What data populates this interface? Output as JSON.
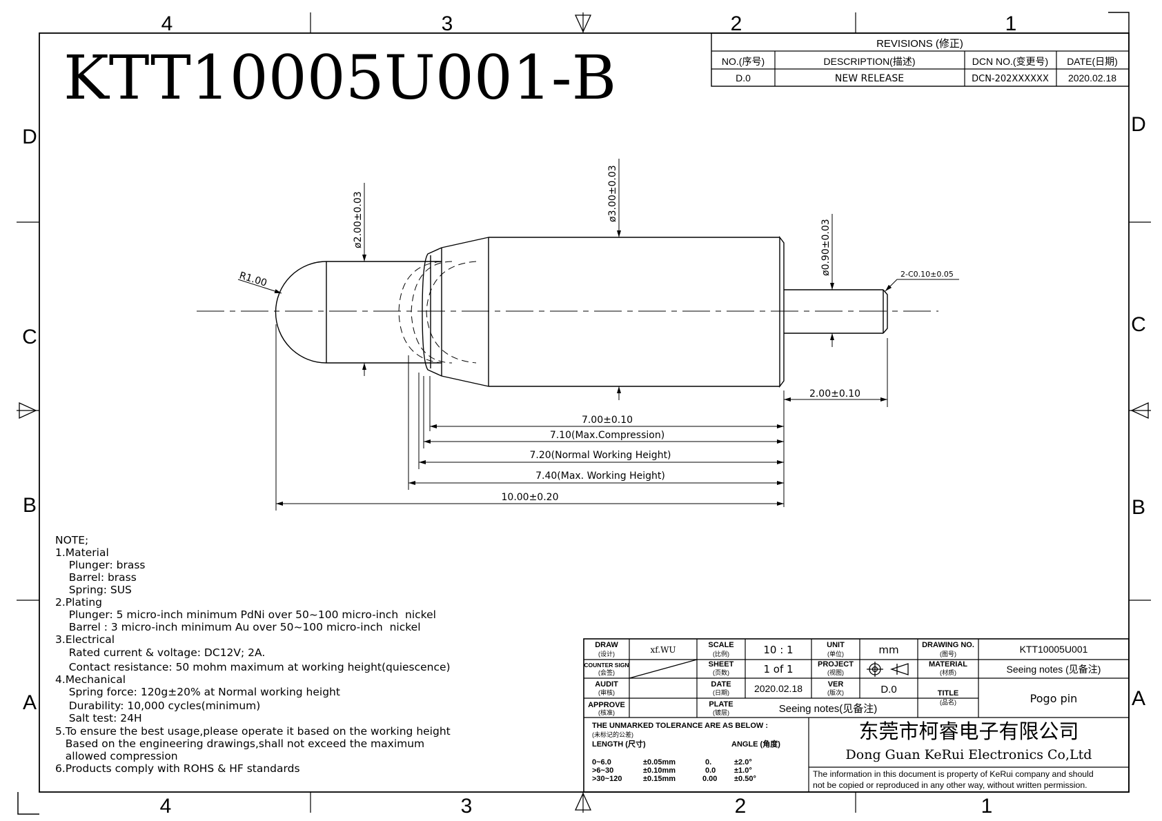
{
  "drawing_number_large": "KTT10005U001-B",
  "zones": {
    "top": [
      "4",
      "3",
      "2",
      "1"
    ],
    "bottom": [
      "4",
      "3",
      "2",
      "1"
    ],
    "left": [
      "D",
      "C",
      "B",
      "A"
    ],
    "right": [
      "D",
      "C",
      "B",
      "A"
    ]
  },
  "revisions": {
    "title": "REVISIONS (修正)",
    "headers": [
      "NO.(序号)",
      "DESCRIPTION(描述)",
      "DCN NO.(变更号)",
      "DATE(日期)"
    ],
    "rows": [
      [
        "D.0",
        "NEW RELEASE",
        "DCN-202XXXXXX",
        "2020.02.18"
      ]
    ]
  },
  "dimensions": {
    "d_plunger": "ø2.00±0.03",
    "d_barrel": "ø3.00±0.03",
    "d_tail": "ø0.90±0.03",
    "radius": "R1.00",
    "chamfer": "2-C0.10±0.05",
    "tail_length": "2.00±0.10",
    "barrel_length": "7.00±0.10",
    "max_compression": "7.10(Max.Compression)",
    "normal_working": "7.20(Normal Working Height)",
    "max_working": "7.40(Max. Working Height)",
    "total_length": "10.00±0.20"
  },
  "notes": [
    "NOTE;",
    "1.Material",
    "    Plunger: brass",
    "    Barrel: brass",
    "    Spring: SUS",
    "2.Plating",
    "    Plunger: 5 micro-inch minimum PdNi over 50~100 micro-inch  nickel",
    "    Barrel : 3 micro-inch minimum Au over 50~100 micro-inch  nickel",
    "3.Electrical",
    "    Rated current & voltage: DC12V; 2A.",
    "    Contact resistance: 50 mohm maximum at working height(quiescence)",
    "4.Mechanical",
    "    Spring force: 120g±20% at Normal working height",
    "    Durability: 10,000 cycles(minimum)",
    "    Salt test: 24H",
    "5.To ensure the best usage,please operate it based on the working height",
    "   Based on the engineering drawings,shall not exceed the maximum",
    "   allowed compression",
    "6.Products comply with ROHS & HF standards"
  ],
  "title_block": {
    "draw_label": "DRAW",
    "draw_cn": "(设计)",
    "draw_value": "xf.WU",
    "scale_label": "SCALE",
    "scale_cn": "(比例)",
    "scale_value": "10 : 1",
    "unit_label": "UNIT",
    "unit_cn": "(单位)",
    "unit_value": "mm",
    "dwgno_label": "DRAWING NO.",
    "dwgno_cn": "(图号)",
    "dwgno_value": "KTT10005U001",
    "counter_label": "COUNTER SIGN",
    "counter_cn": "(会签)",
    "sheet_label": "SHEET",
    "sheet_cn": "(页数)",
    "sheet_value": "1 of 1",
    "project_label": "PROJECT",
    "project_cn": "(视图)",
    "material_label": "MATERIAL",
    "material_cn": "(材质)",
    "material_value": "Seeing notes (见备注)",
    "audit_label": "AUDIT",
    "audit_cn": "(审核)",
    "date_label": "DATE",
    "date_cn": "(日期)",
    "date_value": "2020.02.18",
    "ver_label": "VER",
    "ver_cn": "(版次)",
    "ver_value": "D.0",
    "title_label": "TITLE",
    "title_cn": "(品名)",
    "title_value": "Pogo pin",
    "approve_label": "APPROVE",
    "approve_cn": "(核准)",
    "plate_label": "PLATE",
    "plate_cn": "(镀层)",
    "plate_value": "Seeing notes(见备注)",
    "tol_title": "THE UNMARKED TOLERANCE ARE AS BELOW :",
    "tol_cn": "(未标记的公差)",
    "length_label": "LENGTH (尺寸)",
    "angle_label": "ANGLE (角度)",
    "tol_rows": [
      [
        "0~6.0",
        "±0.05mm",
        "0.",
        "±2.0°"
      ],
      [
        ">6~30",
        "±0.10mm",
        "0.0",
        "±1.0°"
      ],
      [
        ">30~120",
        "±0.15mm",
        "0.00",
        "±0.50°"
      ]
    ],
    "company_cn": "东莞市柯睿电子有限公司",
    "company_en": "Dong Guan KeRui Electronics Co,Ltd",
    "disclaimer_1": "The information in this document is property of KeRui company and should",
    "disclaimer_2": "not be copied or reproduced in any other way, without written permission."
  }
}
